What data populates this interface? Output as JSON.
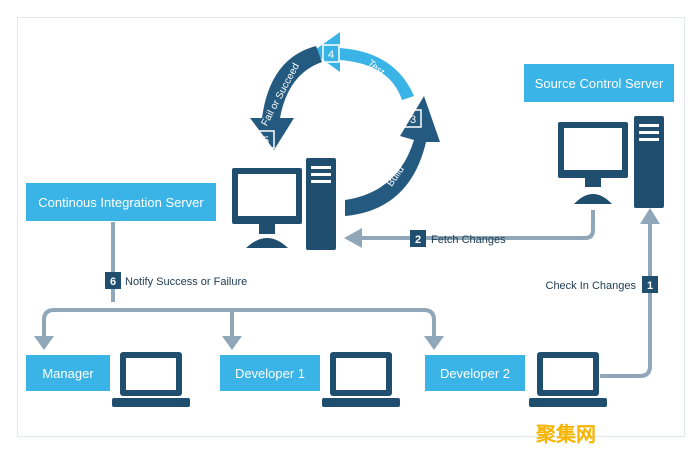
{
  "nodes": {
    "ci_server": "Continous Integration Server",
    "source_server": "Source Control Server",
    "manager": "Manager",
    "developer1": "Developer 1",
    "developer2": "Developer 2"
  },
  "steps": [
    {
      "num": "1",
      "label": "Check In Changes"
    },
    {
      "num": "2",
      "label": "Fetch Changes"
    },
    {
      "num": "3",
      "label": "Build"
    },
    {
      "num": "4",
      "label": "Test"
    },
    {
      "num": "5",
      "label": "Fail or Succeed"
    },
    {
      "num": "6",
      "label": "Notify Success or Failure"
    }
  ],
  "colors": {
    "box_blue": "#3ab4e6",
    "dark_navy": "#1f4e6e",
    "connector": "#8fa7b8",
    "arc_light": "#3ab4e6",
    "arc_dark": "#255a80"
  },
  "watermark": "聚集网"
}
